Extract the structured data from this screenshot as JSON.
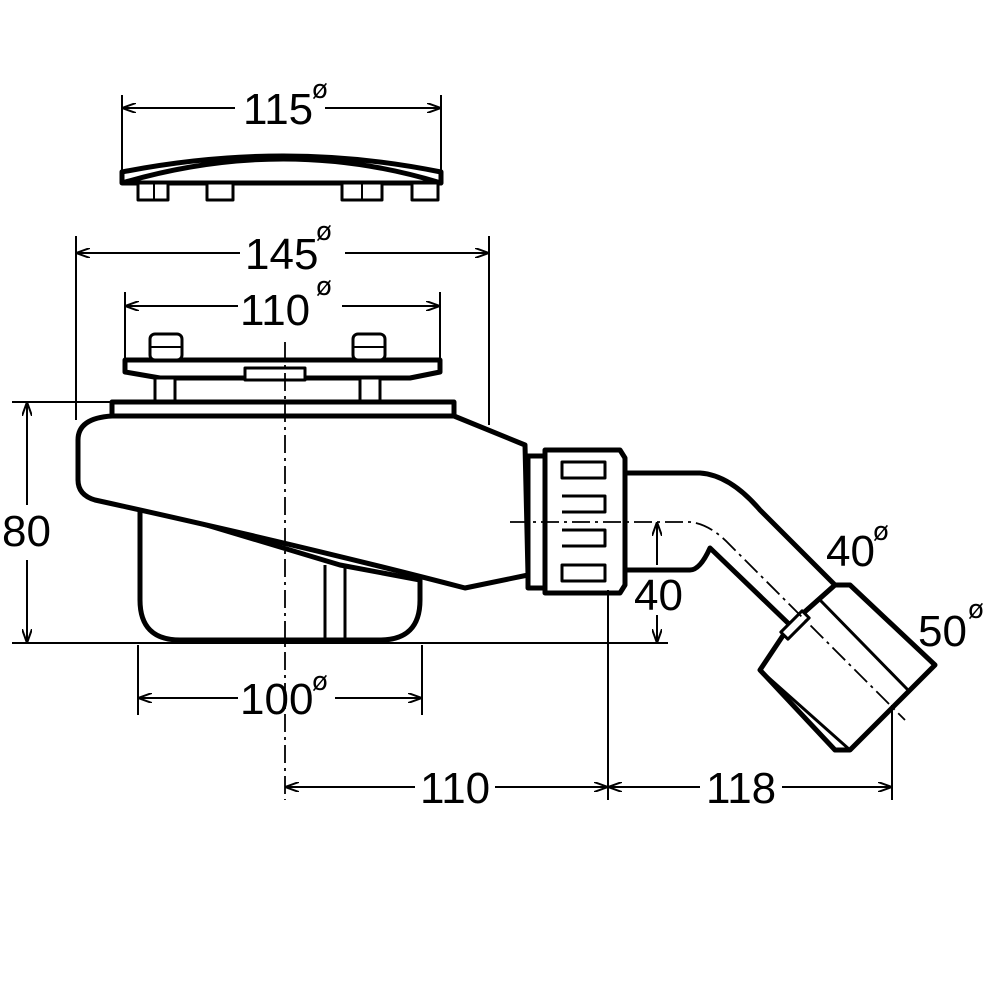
{
  "dimensions": {
    "cover_diameter": "115",
    "flange_diameter": "145",
    "grate_diameter": "110",
    "height": "80",
    "outlet_height": "40",
    "body_diameter": "100",
    "offset_horizontal": "110",
    "outlet_length": "118",
    "outlet_pipe_inner": "40",
    "outlet_pipe_outer": "50"
  },
  "diameter_symbol": "ø"
}
